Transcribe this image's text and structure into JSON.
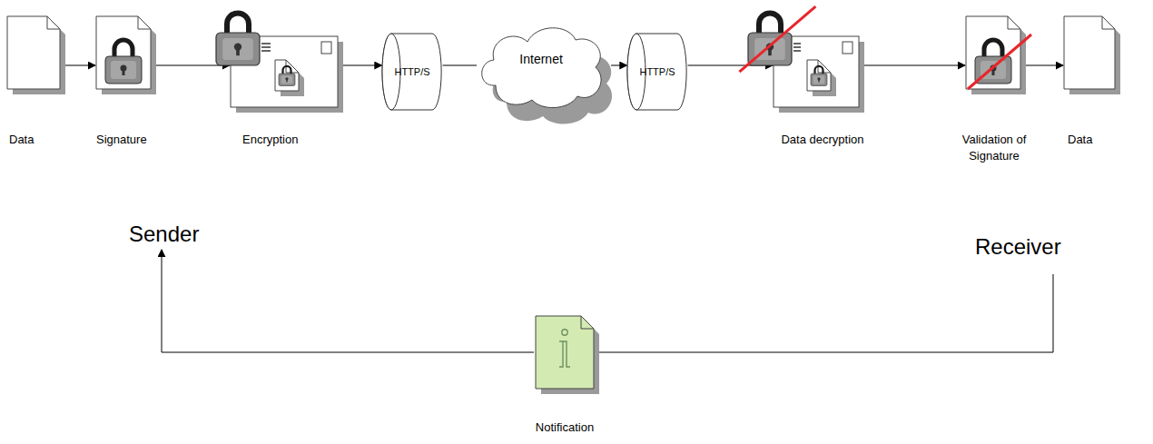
{
  "diagram": {
    "nodes": [
      {
        "text": [
          "Data"
        ]
      },
      {
        "text": [
          "Signature"
        ]
      },
      {
        "text": [
          "Encryption"
        ]
      },
      {
        "text": [
          "HTTP/S"
        ]
      },
      {
        "text": [
          "Internet"
        ]
      },
      {
        "text": [
          "HTTP/S"
        ]
      },
      {
        "text": [
          "Data decryption"
        ]
      },
      {
        "text": [
          "Validation of Signature"
        ]
      },
      {
        "text": [
          "Data"
        ]
      },
      {
        "text": [
          "Sender"
        ]
      },
      {
        "text": [
          "Receiver"
        ]
      },
      {
        "text": [
          "Notification"
        ]
      }
    ],
    "edges": [
      {
        "from": 0,
        "to": 1,
        "arrow": "to"
      },
      {
        "from": 1,
        "to": 2,
        "arrow": "to"
      },
      {
        "from": 2,
        "to": 3,
        "arrow": "to"
      },
      {
        "from": 3,
        "to": 4,
        "arrow": "none"
      },
      {
        "from": 4,
        "to": 5,
        "arrow": "to"
      },
      {
        "from": 5,
        "to": 6,
        "arrow": "to"
      },
      {
        "from": 6,
        "to": 7,
        "arrow": "to"
      },
      {
        "from": 7,
        "to": 8,
        "arrow": "to"
      },
      {
        "from": 10,
        "to": 11,
        "arrow": "none"
      },
      {
        "from": 11,
        "to": 9,
        "arrow": "to"
      }
    ]
  }
}
